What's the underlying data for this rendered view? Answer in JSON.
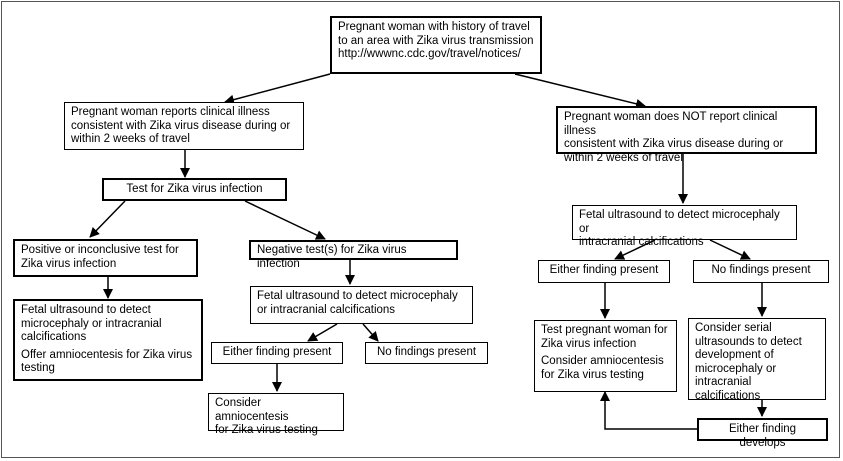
{
  "nodes": {
    "start": {
      "lines": [
        "Pregnant woman with history of travel",
        "to an area with Zika virus transmission",
        "http://wwwnc.cdc.gov/travel/notices/"
      ]
    },
    "illness": {
      "lines": [
        "Pregnant woman reports clinical illness",
        "consistent with Zika virus disease during or",
        "within 2 weeks of travel"
      ]
    },
    "no_illness": {
      "lines": [
        "Pregnant woman does NOT report clinical illness",
        "consistent with Zika virus disease during or",
        "within 2 weeks of travel"
      ]
    },
    "test": {
      "lines": [
        "Test for Zika virus infection"
      ]
    },
    "positive": {
      "lines": [
        "Positive or inconclusive test for",
        "Zika virus infection"
      ]
    },
    "negative": {
      "lines": [
        "Negative test(s) for Zika virus infection"
      ]
    },
    "pos_followup": {
      "p1": [
        "Fetal ultrasound to detect",
        "microcephaly or intracranial",
        "calcifications"
      ],
      "p2": [
        "Offer amniocentesis for Zika virus",
        "testing"
      ]
    },
    "neg_ultrasound": {
      "lines": [
        "Fetal ultrasound to detect microcephaly",
        "or intracranial calcifications"
      ]
    },
    "neg_either": {
      "lines": [
        "Either finding present"
      ]
    },
    "neg_none": {
      "lines": [
        "No findings present"
      ]
    },
    "neg_amnio": {
      "lines": [
        "Consider amniocentesis",
        "for Zika virus testing"
      ]
    },
    "right_ultrasound": {
      "lines": [
        "Fetal ultrasound to detect microcephaly or",
        "intracranial calcifications"
      ]
    },
    "right_either": {
      "lines": [
        "Either finding present"
      ]
    },
    "right_none": {
      "lines": [
        "No findings present"
      ]
    },
    "right_test": {
      "p1": [
        "Test pregnant woman for",
        "Zika virus infection"
      ],
      "p2": [
        "Consider amniocentesis",
        "for Zika virus testing"
      ]
    },
    "serial": {
      "lines": [
        "Consider serial",
        "ultrasounds to detect",
        "development of",
        "microcephaly or",
        "intracranial calcifications"
      ]
    },
    "develops": {
      "lines": [
        "Either finding develops"
      ]
    }
  }
}
